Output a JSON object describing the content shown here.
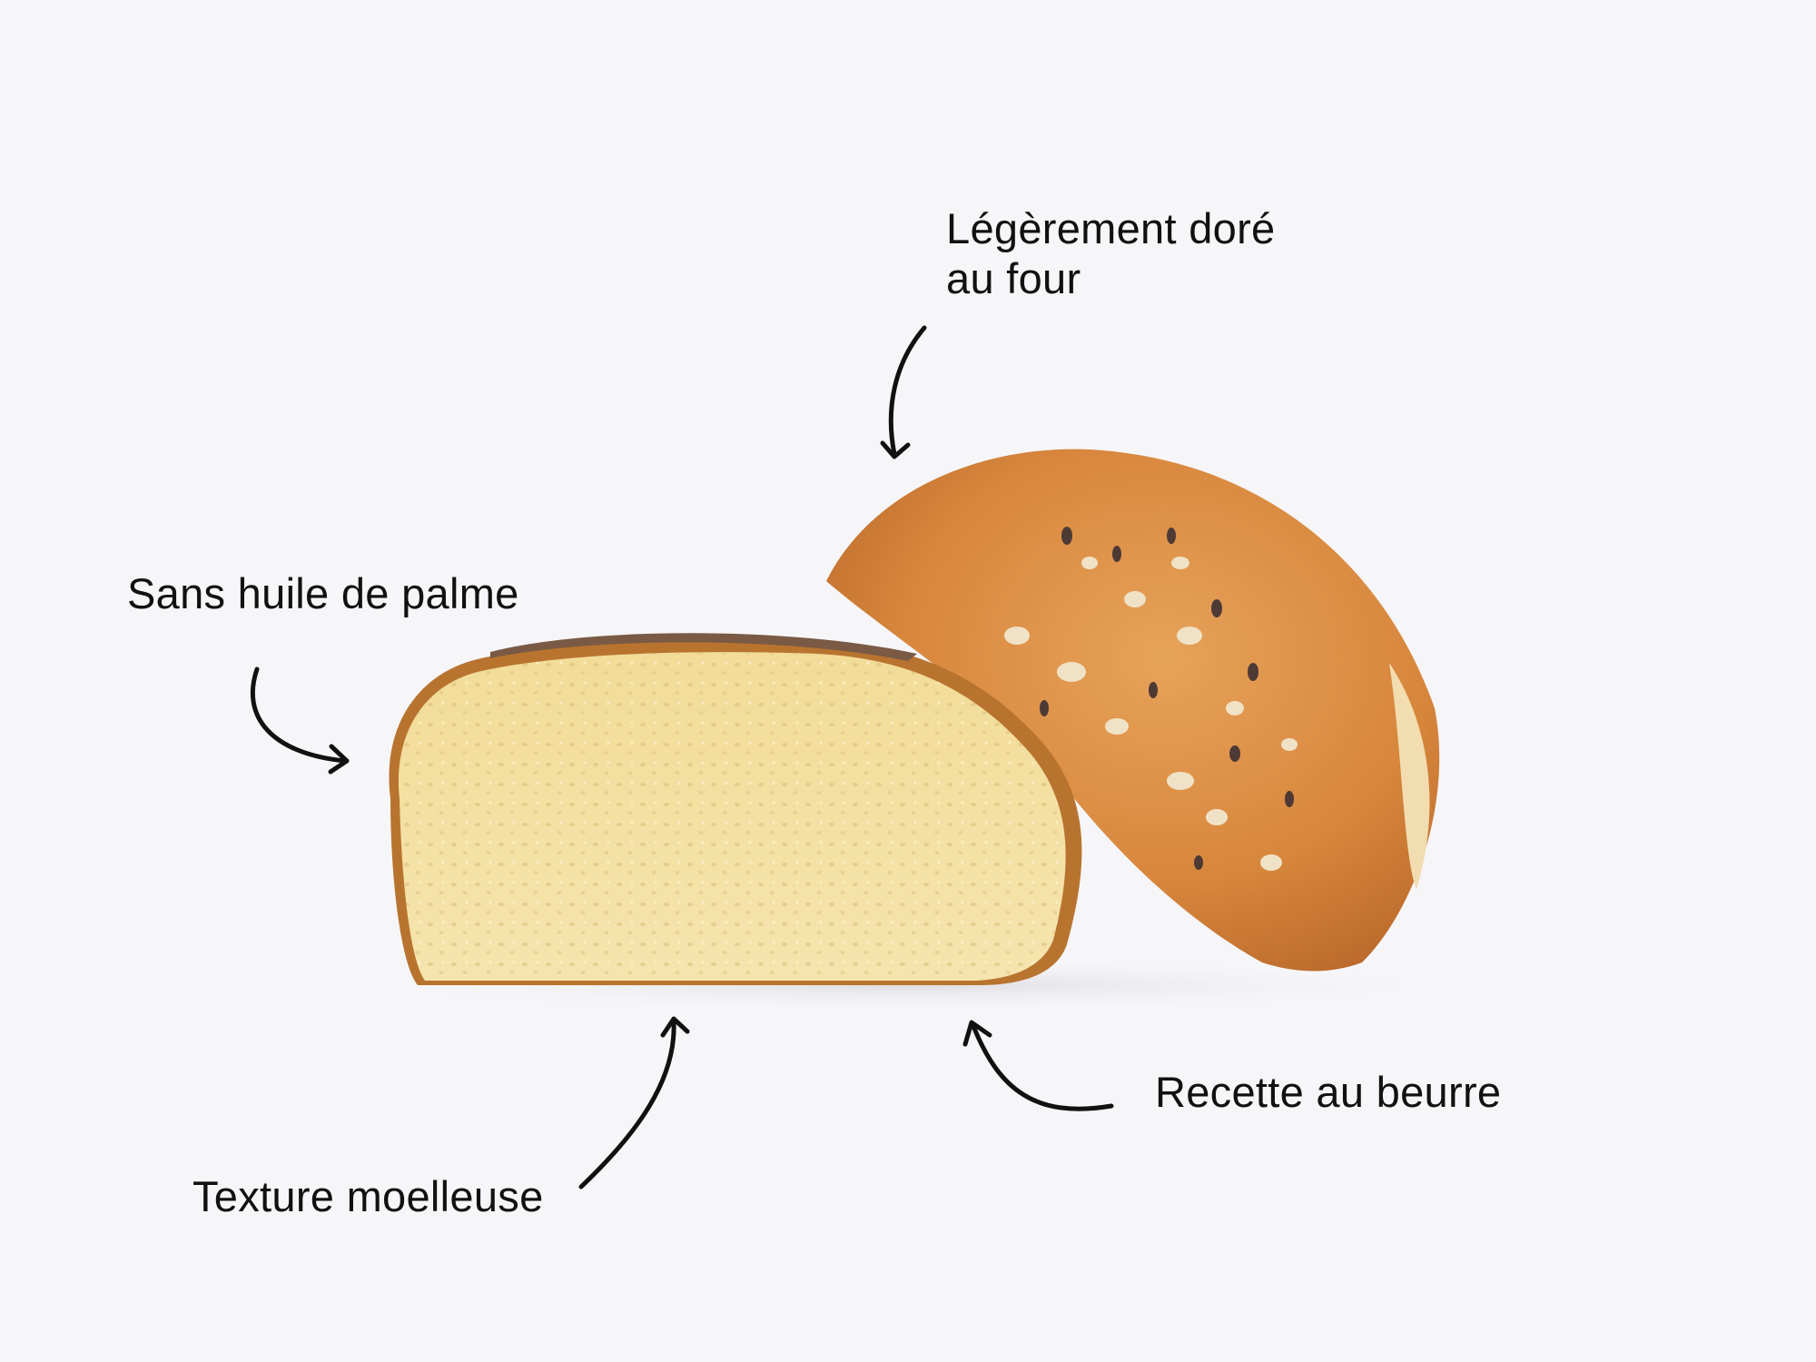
{
  "annotations": {
    "baked": [
      "Légèrement doré",
      "au four"
    ],
    "palm_oil": "Sans huile de palme",
    "texture": "Texture moelleuse",
    "butter": "Recette au beurre"
  },
  "colors": {
    "background": "#f6f6f9",
    "crumb": "#f3e0a0",
    "crust": "#d8893e",
    "ink": "#111111"
  }
}
